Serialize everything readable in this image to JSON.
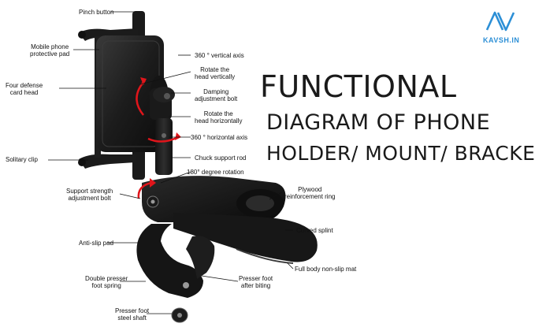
{
  "title": {
    "line1": "FUNCTIONAL",
    "line2": "DIAGRAM OF PHONE",
    "line3": "HOLDER/ MOUNT/ BRACKET"
  },
  "logo": {
    "text": "KAVSH.IN",
    "icon": "kavsh-logo-icon",
    "color": "#2c8fd6"
  },
  "labels": {
    "pinch_button": "Pinch button",
    "mobile_pad_1": "Mobile phone",
    "mobile_pad_2": "protective pad",
    "four_defense_1": "Four defense",
    "four_defense_2": "card head",
    "solitary_clip": "Solitary clip",
    "support_strength_1": "Support strength",
    "support_strength_2": "adjustment bolt",
    "anti_slip_pad": "Anti-slip pad",
    "double_presser_1": "Double presser",
    "double_presser_2": "foot spring",
    "presser_shaft_1": "Presser foot",
    "presser_shaft_2": "steel shaft",
    "vertical_axis": "360 ° vertical axis",
    "rotate_vert_1": "Rotate the",
    "rotate_vert_2": "head vertically",
    "damping_1": "Damping",
    "damping_2": "adjustment bolt",
    "rotate_horiz_1": "Rotate the",
    "rotate_horiz_2": "head horizontally",
    "horizontal_axis": "360 ° horizontal axis",
    "chuck_rod": "Chuck support rod",
    "degree_180": "180° degree rotation",
    "plywood_1": "Plywood",
    "plywood_2": "reinforcement ring",
    "curved_splint": "Curved splint",
    "full_body_mat": "Full body non-slip mat",
    "presser_after_1": "Presser foot",
    "presser_after_2": "after biting"
  }
}
